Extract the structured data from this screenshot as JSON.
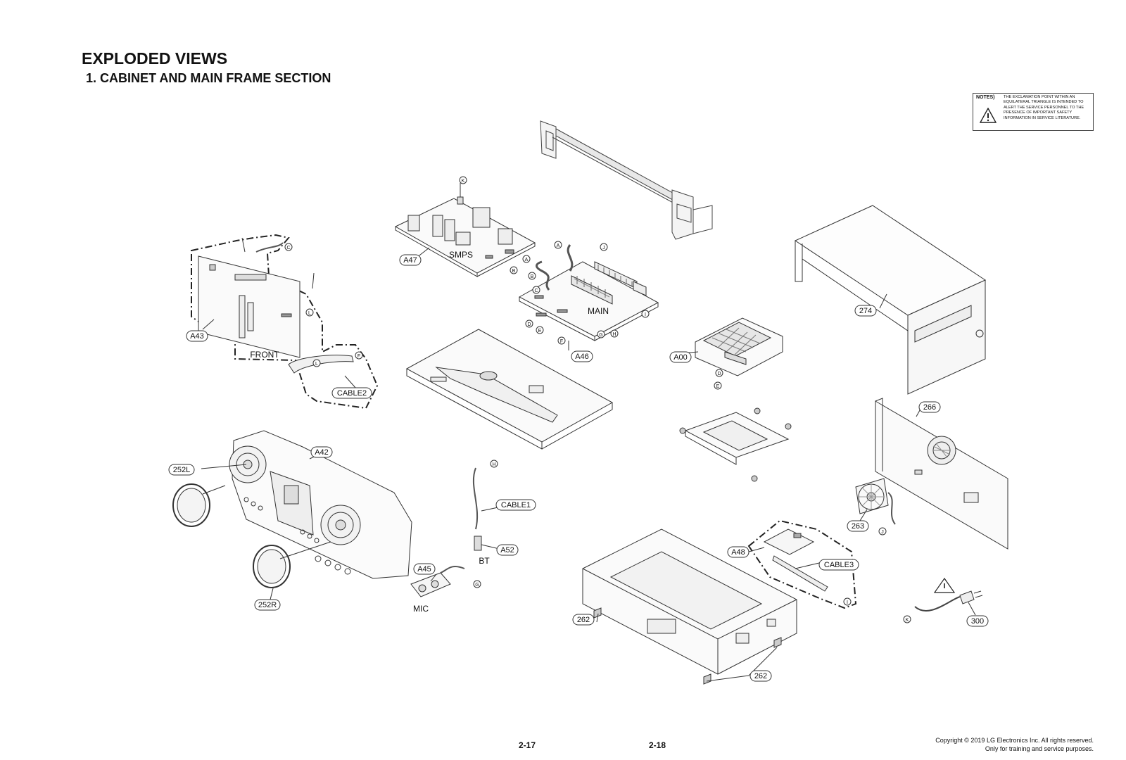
{
  "header": {
    "title": "EXPLODED VIEWS",
    "subtitle": "1. CABINET AND MAIN FRAME SECTION"
  },
  "notes": {
    "label": "NOTES)",
    "text": "THE EXCLAMATION POINT WITHIN AN EQUILATERAL TRIANGLE IS INTENDED TO ALERT THE SERVICE PERSONNEL TO THE PRESENCE OF IMPORTANT SAFETY INFORMATION IN SERVICE LITERATURE."
  },
  "part_labels": {
    "a47": "A47",
    "smps": "SMPS",
    "a46": "A46",
    "main": "MAIN",
    "a43": "A43",
    "front": "FRONT",
    "cable2": "CABLE2",
    "a00": "A00",
    "p274": "274",
    "p266": "266",
    "a42": "A42",
    "p252l": "252L",
    "p252r": "252R",
    "cable1": "CABLE1",
    "a52": "A52",
    "bt": "BT",
    "a45": "A45",
    "mic": "MIC",
    "a48": "A48",
    "cable3": "CABLE3",
    "p263": "263",
    "p262a": "262",
    "p262b": "262",
    "p300": "300"
  },
  "connectors": {
    "k1": "K",
    "c1": "C",
    "a1": "A",
    "b1": "B",
    "a2": "A",
    "j1": "J",
    "b2": "B",
    "c2": "C",
    "i1": "I",
    "d1": "D",
    "e1": "E",
    "f1": "F",
    "g1": "G",
    "h1": "H",
    "l1": "L",
    "l2": "L",
    "f2": "F",
    "d2": "D",
    "e2": "E",
    "h2": "H",
    "g2": "G",
    "j2": "J",
    "i2": "I",
    "k2": "K"
  },
  "footer": {
    "page_left": "2-17",
    "page_right": "2-18",
    "copyright_line1": "Copyright © 2019 LG Electronics Inc. All rights reserved.",
    "copyright_line2": "Only for training and service purposes."
  }
}
